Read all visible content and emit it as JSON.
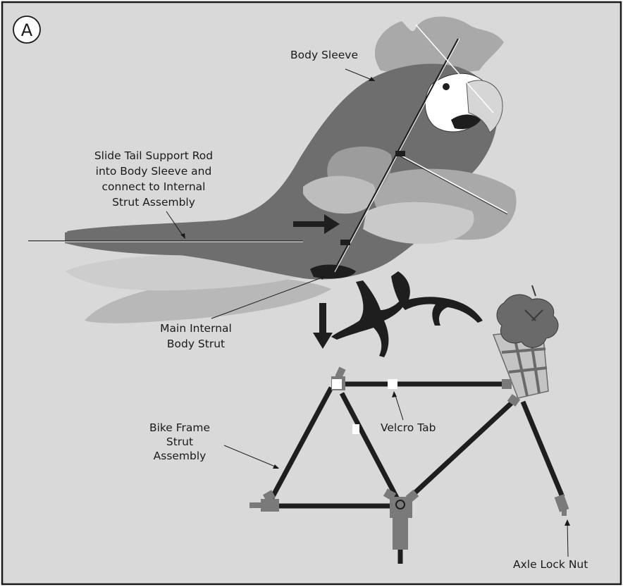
{
  "step": "A",
  "labels": {
    "body_sleeve": "Body Sleeve",
    "tail_l1": "Slide Tail Support Rod",
    "tail_l2": "into Body Sleeve and",
    "tail_l3": "connect to Internal",
    "tail_l4": "Strut Assembly",
    "strut_l1": "Main Internal",
    "strut_l2": "Body Strut",
    "bike_l1": "Bike Frame",
    "bike_l2": "Strut",
    "bike_l3": "Assembly",
    "velcro": "Velcro Tab",
    "axle": "Axle Lock Nut"
  },
  "colors": {
    "background": "#d9d9d9",
    "body": "#6e6e6e",
    "wing_light": "#a9a9a9",
    "wing_lighter": "#c9c9c9",
    "frame": "#1e1e1e",
    "joint": "#7a7a7a"
  }
}
